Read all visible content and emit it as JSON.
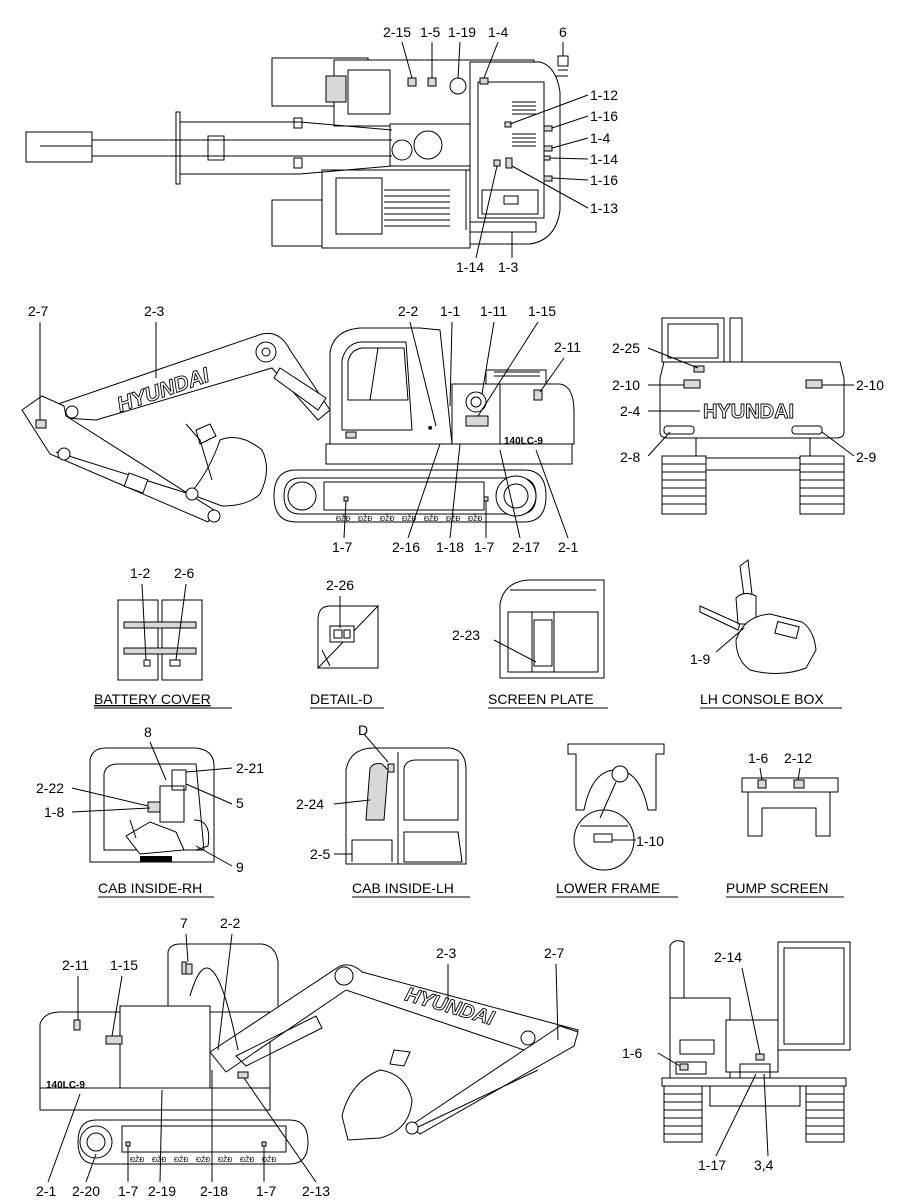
{
  "brand": "HYUNDAI",
  "model_badge": "140LC-9",
  "captions": {
    "battery_cover": "BATTERY COVER",
    "detail_d": "DETAIL-D",
    "screen_plate": "SCREEN PLATE",
    "lh_console_box": "LH CONSOLE BOX",
    "cab_inside_rh": "CAB INSIDE-RH",
    "cab_inside_lh": "CAB INSIDE-LH",
    "lower_frame": "LOWER FRAME",
    "pump_screen": "PUMP SCREEN"
  },
  "detail_marker": "D",
  "callouts": {
    "top": [
      "2-15",
      "1-5",
      "1-19",
      "1-4",
      "6",
      "1-12",
      "1-16",
      "1-4",
      "1-14",
      "1-16",
      "1-13",
      "1-14",
      "1-3"
    ],
    "side_lh": [
      "2-7",
      "2-3",
      "2-2",
      "1-1",
      "1-11",
      "1-15",
      "2-11",
      "1-7",
      "2-16",
      "1-18",
      "1-7",
      "2-17",
      "2-1"
    ],
    "rear": [
      "2-25",
      "2-10",
      "2-10",
      "2-4",
      "2-8",
      "2-9"
    ],
    "battery": [
      "1-2",
      "2-6"
    ],
    "detail_d": [
      "2-26"
    ],
    "screen_plate": [
      "2-23"
    ],
    "lh_console": [
      "1-9"
    ],
    "cab_rh": [
      "8",
      "2-21",
      "2-22",
      "1-8",
      "5",
      "9"
    ],
    "cab_lh": [
      "2-24",
      "2-5"
    ],
    "lower_frame": [
      "1-10"
    ],
    "pump_screen": [
      "1-6",
      "2-12"
    ],
    "side_rh": [
      "7",
      "2-2",
      "2-11",
      "1-15",
      "2-3",
      "2-7",
      "2-1",
      "2-20",
      "1-7",
      "2-19",
      "2-18",
      "1-7",
      "2-13"
    ],
    "front": [
      "2-14",
      "1-6",
      "1-17",
      "3,4"
    ]
  }
}
